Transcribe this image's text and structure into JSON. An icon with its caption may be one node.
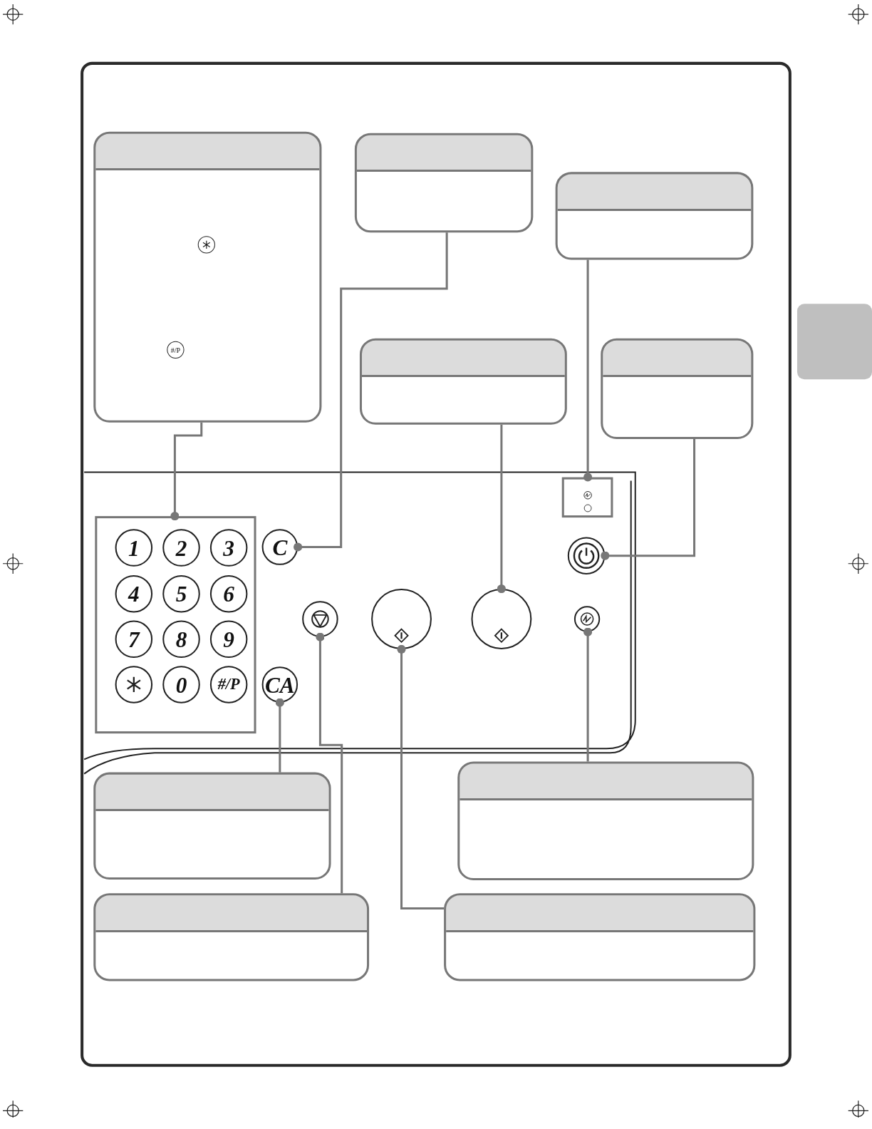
{
  "diagram": {
    "nodes": [
      {
        "text": [],
        "shape": "box"
      },
      {
        "text": [],
        "shape": "box"
      },
      {
        "text": [],
        "shape": "box"
      },
      {
        "text": [],
        "shape": "box"
      },
      {
        "text": [],
        "shape": "box"
      },
      {
        "text": [],
        "shape": "box"
      },
      {
        "text": [],
        "shape": "box"
      },
      {
        "text": [
          "1"
        ],
        "in": 6
      },
      {
        "text": [
          "2"
        ],
        "in": 6
      },
      {
        "text": [
          "3"
        ],
        "in": 6
      },
      {
        "text": [
          "4"
        ],
        "in": 6
      },
      {
        "text": [
          "5"
        ],
        "in": 6
      },
      {
        "text": [
          "6"
        ],
        "in": 6
      },
      {
        "text": [
          "7"
        ],
        "in": 6
      },
      {
        "text": [
          "8"
        ],
        "in": 6
      },
      {
        "text": [
          "9"
        ],
        "in": 6
      },
      {
        "text": [],
        "shape": "circle",
        "in": 6
      },
      {
        "text": [
          "0"
        ],
        "in": 6
      },
      {
        "text": [
          "#/P"
        ],
        "in": 6
      },
      {
        "text": [
          "C"
        ]
      },
      {
        "text": [],
        "shape": "circle"
      },
      {
        "text": [],
        "shape": "circle"
      },
      {
        "text": [],
        "shape": "circle"
      },
      {
        "text": [],
        "shape": "circle"
      },
      {
        "text": [],
        "shape": "circle"
      },
      {
        "text": [
          "CA"
        ]
      },
      {
        "text": [],
        "shape": "box"
      },
      {
        "text": [],
        "shape": "box"
      },
      {
        "text": [],
        "shape": "box"
      },
      {
        "text": [],
        "shape": "box"
      }
    ],
    "edges": [
      {
        "from": 0,
        "to": 6,
        "arrow": "other"
      },
      {
        "from": 1,
        "to": 19,
        "arrow": "other"
      },
      {
        "from": 2,
        "to": 5,
        "arrow": "other"
      },
      {
        "from": 3,
        "to": 23,
        "arrow": "other"
      },
      {
        "from": 4,
        "to": 20,
        "arrow": "other"
      },
      {
        "from": 26,
        "to": 25,
        "arrow": "other"
      },
      {
        "from": 27,
        "to": 24,
        "arrow": "other"
      },
      {
        "from": 28,
        "to": 21,
        "arrow": "other"
      },
      {
        "from": 29,
        "to": 22,
        "arrow": "other"
      }
    ],
    "labels": [
      "#/P"
    ]
  }
}
